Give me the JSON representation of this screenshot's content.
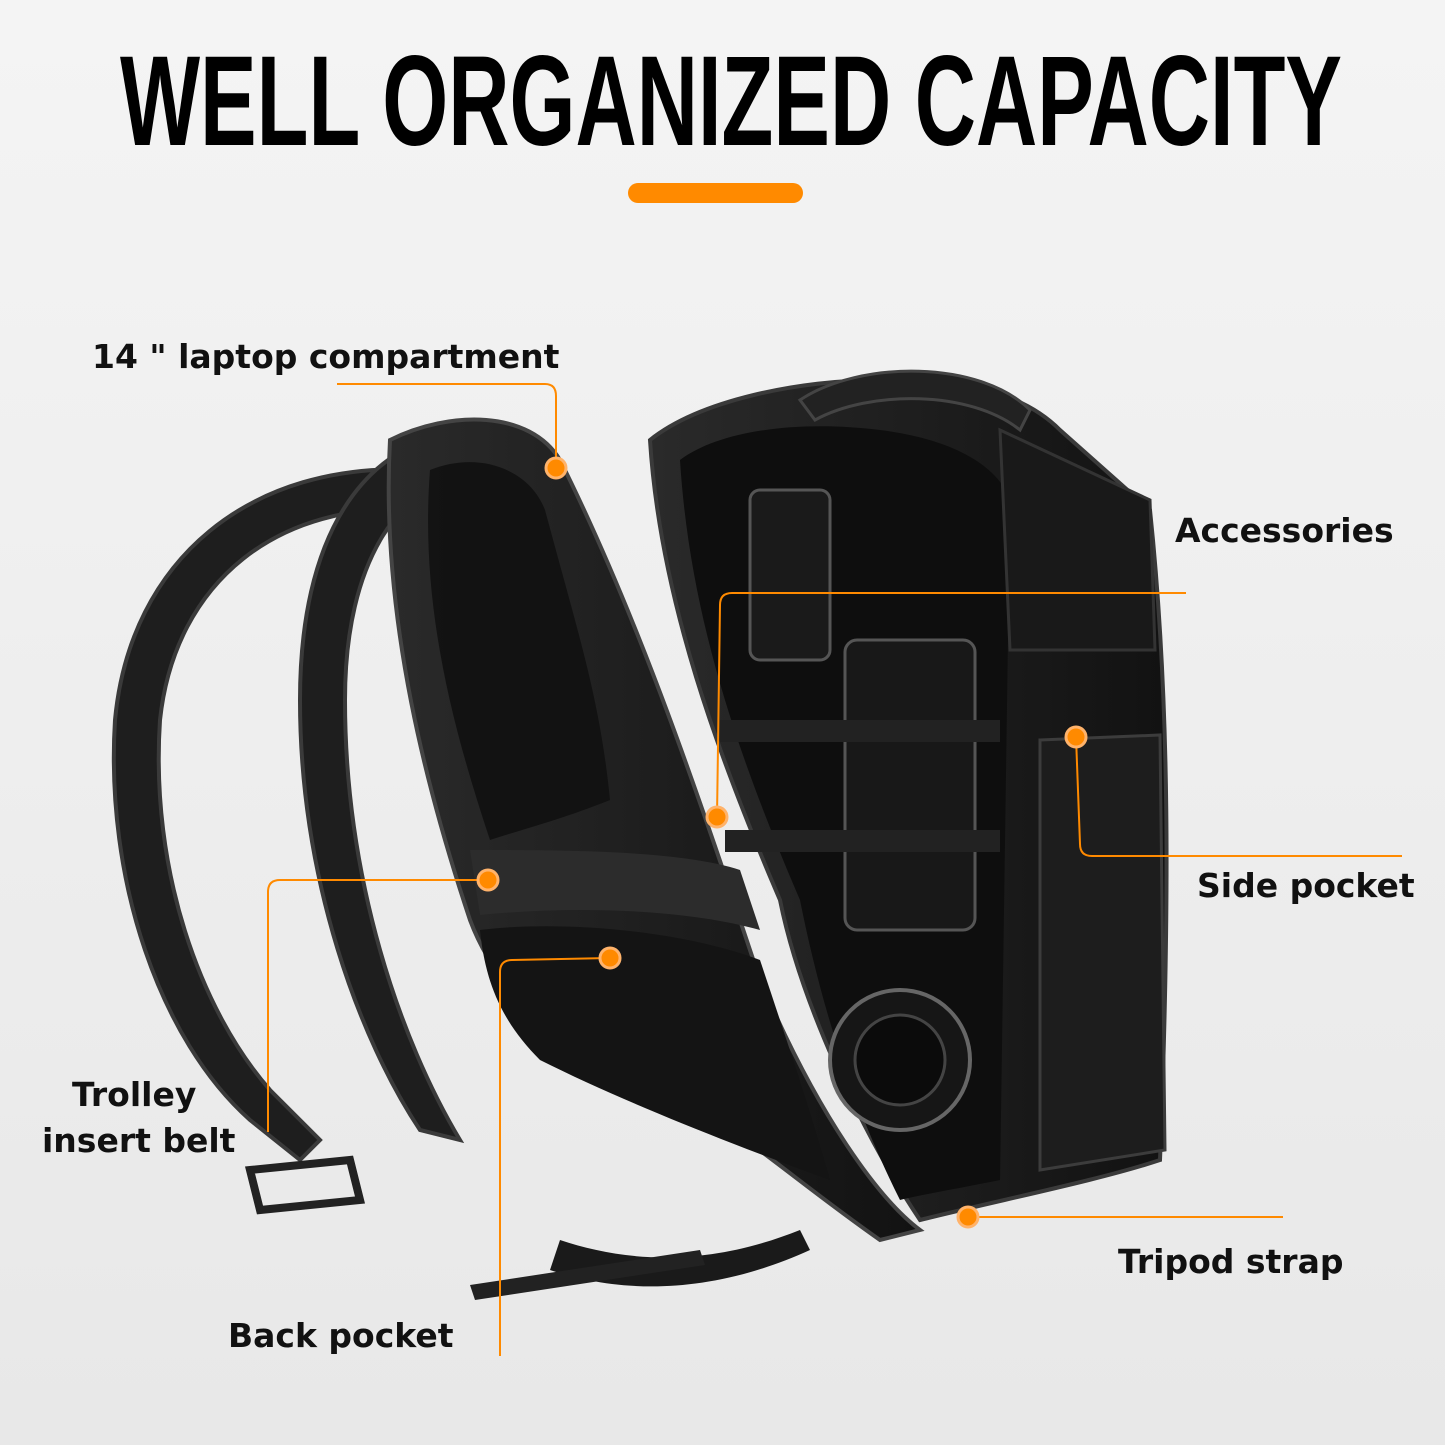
{
  "title": "WELL ORGANIZED CAPACITY",
  "colors": {
    "accent": "#ff8a00",
    "background": "#f0f0f0",
    "text": "#000000",
    "bag": "#1c1c1c"
  },
  "callouts": {
    "laptop": "14 \" laptop compartment",
    "accessories": "Accessories",
    "side_pocket": "Side pocket",
    "trolley_line1": "Trolley",
    "trolley_line2": "insert belt",
    "back_pocket": "Back pocket",
    "tripod": "Tripod strap"
  }
}
